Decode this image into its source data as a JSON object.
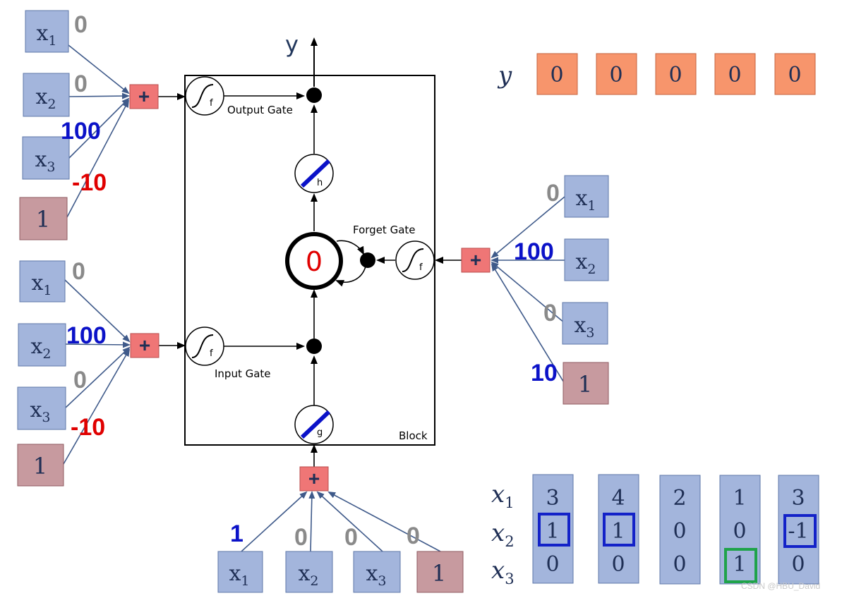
{
  "colors": {
    "input_fill": "#a3b5dc",
    "input_stroke": "#5f78a9",
    "bias_fill": "#c79a9f",
    "bias_stroke": "#8f5b62",
    "adder_fill": "#ef7676",
    "output_fill": "#f7956c",
    "weight_gray": "#8a8a8a",
    "weight_blue": "#0b12c8",
    "weight_red": "#e00000",
    "arrow_gray": "#3f5a8a",
    "seq_highlight_blue": "#1322c8",
    "seq_highlight_green": "#1fa34a"
  },
  "labels": {
    "x": "x",
    "sub1": "1",
    "sub2": "2",
    "sub3": "3",
    "bias": "1",
    "plus": "+",
    "f": "f",
    "h": "h",
    "g": "g",
    "y": "y",
    "output_gate": "Output Gate",
    "input_gate": "Input Gate",
    "forget_gate": "Forget Gate",
    "block": "Block",
    "memory_value": "0"
  },
  "weights": {
    "output_gate": [
      "0",
      "0",
      "100",
      "-10"
    ],
    "input_gate": [
      "0",
      "100",
      "0",
      "-10"
    ],
    "forget_gate": [
      "0",
      "100",
      "0",
      "10"
    ],
    "cell_input": [
      "1",
      "0",
      "0",
      "0"
    ]
  },
  "output_sequence": {
    "label": "y",
    "values": [
      "0",
      "0",
      "0",
      "0",
      "0"
    ]
  },
  "input_sequence": {
    "row_labels": [
      "x",
      "x",
      "x"
    ],
    "row_subs": [
      "1",
      "2",
      "3"
    ],
    "columns": [
      [
        "3",
        "1",
        "0"
      ],
      [
        "4",
        "1",
        "0"
      ],
      [
        "2",
        "0",
        "0"
      ],
      [
        "1",
        "0",
        "1"
      ],
      [
        "3",
        "-1",
        "0"
      ]
    ]
  },
  "watermark": "CSDN @HBU_David"
}
